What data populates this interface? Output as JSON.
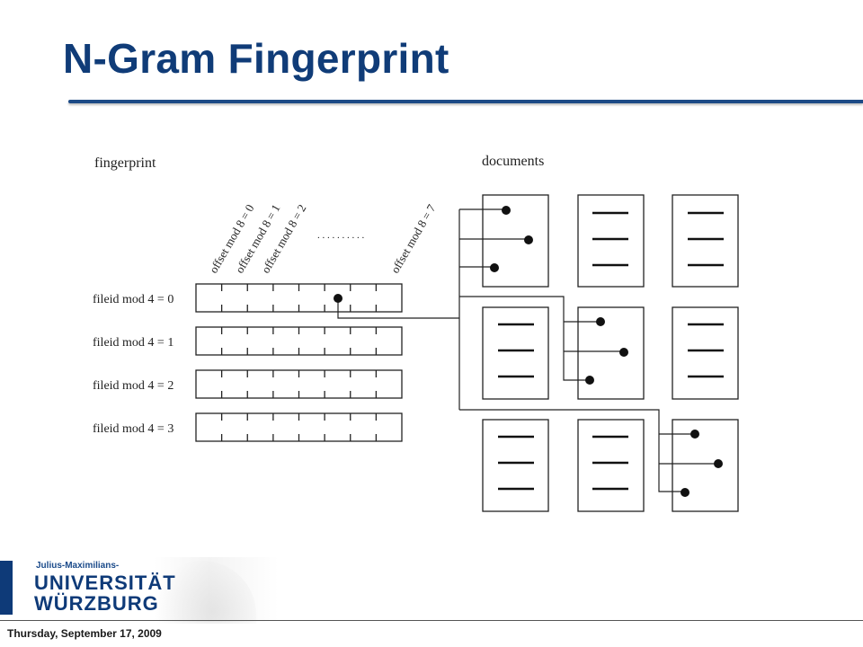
{
  "slide": {
    "title": "N-Gram Fingerprint",
    "date": "Thursday, September 17, 2009"
  },
  "diagram": {
    "fingerprint_label": "fingerprint",
    "documents_label": "documents",
    "offset_labels": [
      "offset mod 8 = 0",
      "offset mod 8 = 1",
      "offset mod 8 = 2",
      "offset mod 8 = 7"
    ],
    "ellipsis": ". . . . . . . . . .",
    "row_labels": [
      "fileid mod 4 = 0",
      "fileid mod 4 = 1",
      "fileid mod 4 = 2",
      "fileid mod 4 = 3"
    ]
  },
  "logo": {
    "line1": "Julius-Maximilians-",
    "line2": "UNIVERSITÄT",
    "line3": "WÜRZBURG"
  }
}
